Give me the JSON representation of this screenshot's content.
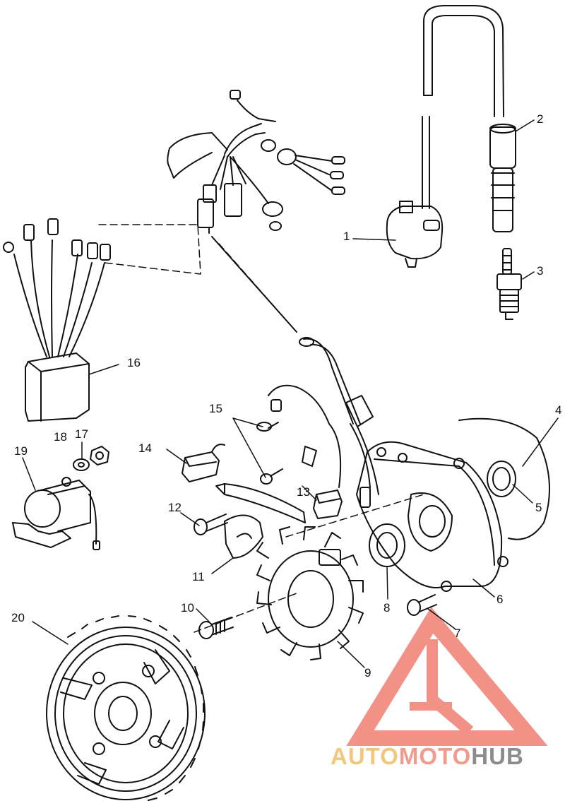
{
  "diagram": {
    "labels": [
      "1",
      "2",
      "3",
      "4",
      "5",
      "6",
      "7",
      "8",
      "9",
      "10",
      "11",
      "12",
      "13",
      "14",
      "15",
      "16",
      "17",
      "18",
      "19",
      "20"
    ]
  },
  "watermark": {
    "part1": "AUTO",
    "part2": "MOTO",
    "part3": "HUB",
    "colors": {
      "auto": "#f2c77c",
      "moto": "#f29a8c",
      "hub": "#8c8c8c",
      "logo": "#f07f73"
    }
  }
}
